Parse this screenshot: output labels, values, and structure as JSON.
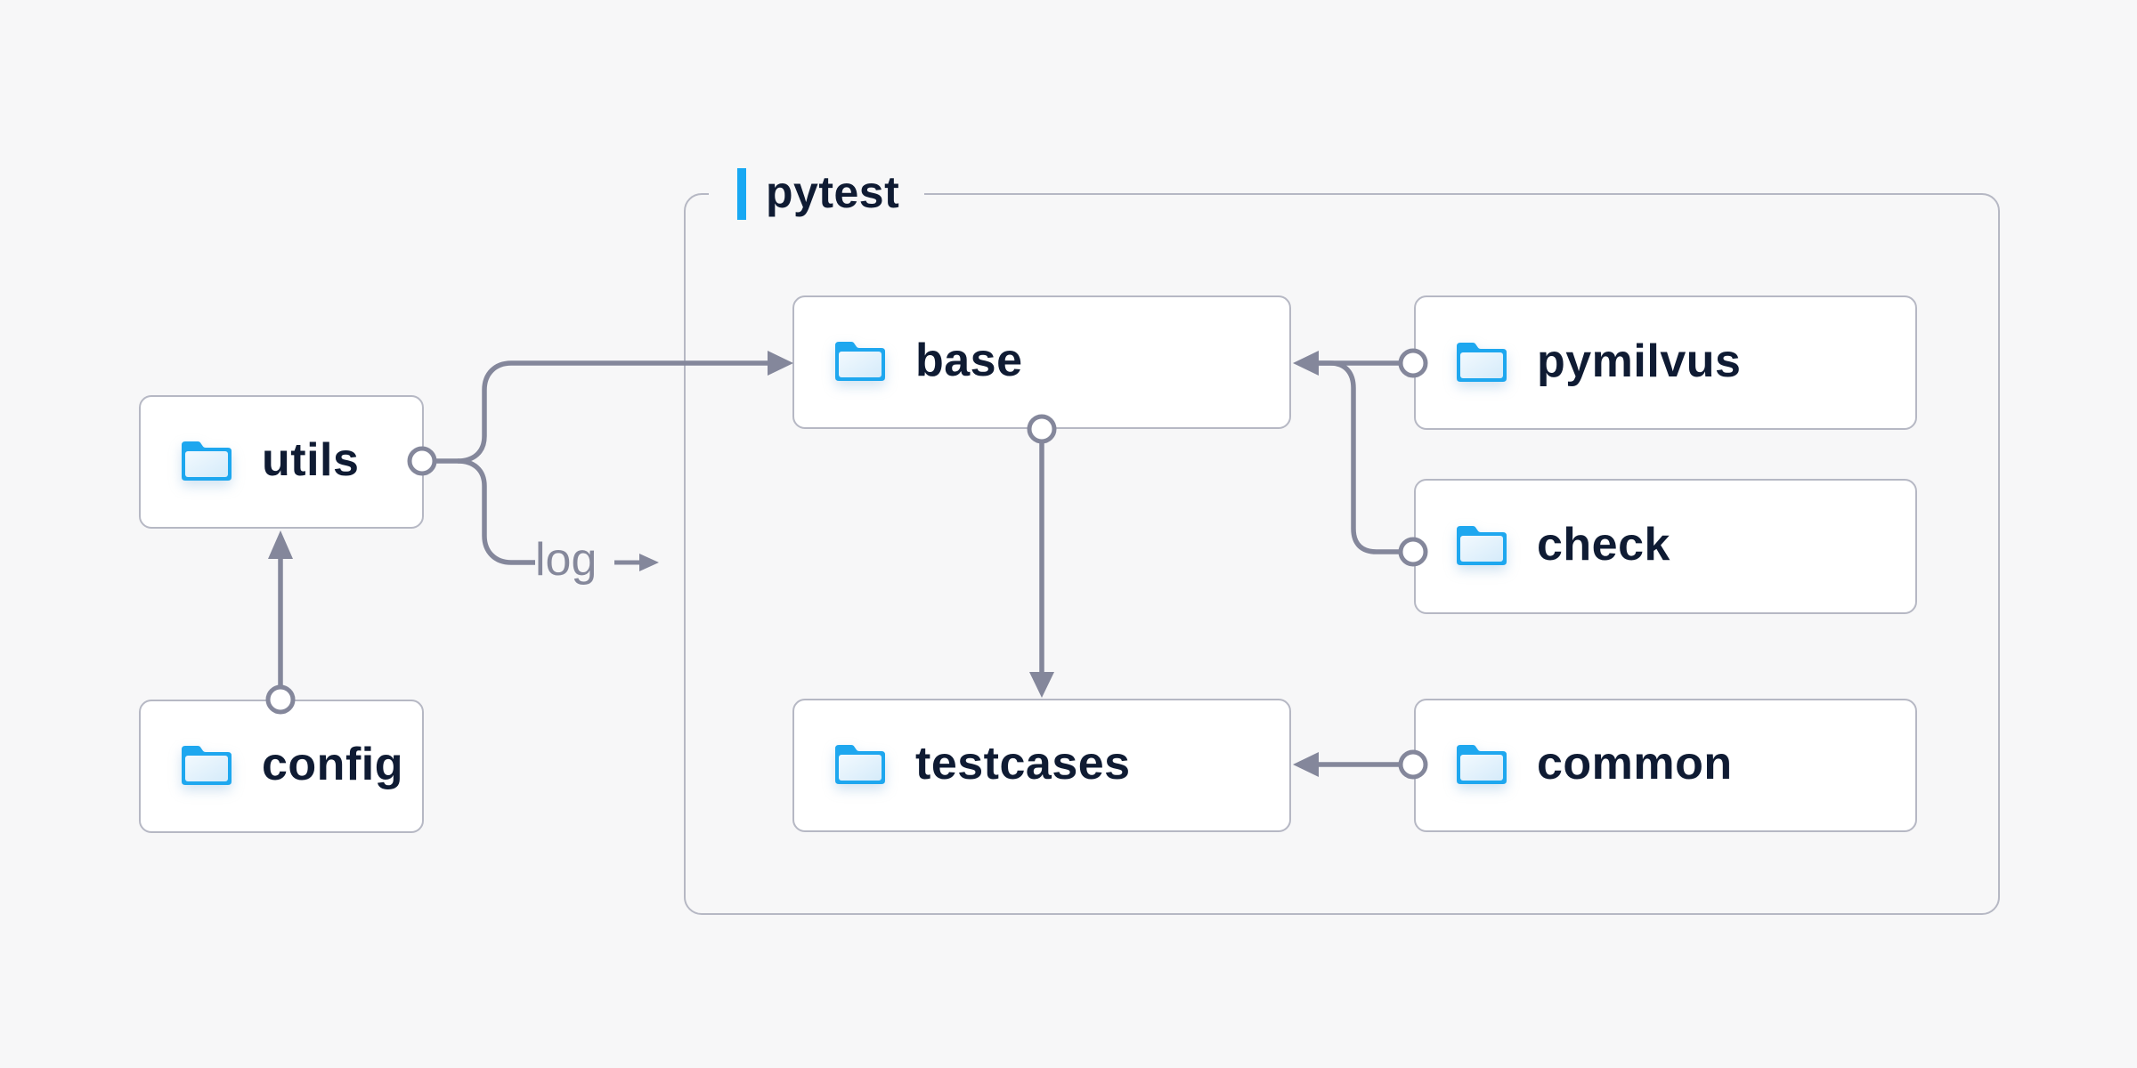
{
  "diagram": {
    "container": {
      "label": "pytest"
    },
    "nodes": {
      "utils": {
        "label": "utils"
      },
      "config": {
        "label": "config"
      },
      "base": {
        "label": "base"
      },
      "pymilvus": {
        "label": "pymilvus"
      },
      "check": {
        "label": "check"
      },
      "testcases": {
        "label": "testcases"
      },
      "common": {
        "label": "common"
      }
    },
    "edge_labels": {
      "log": "log"
    },
    "edges": [
      {
        "from": "config",
        "to": "utils",
        "style": "arrow"
      },
      {
        "from": "utils",
        "to": "base",
        "style": "arrow"
      },
      {
        "from": "utils",
        "to": "log",
        "style": "labeled-arrow"
      },
      {
        "from": "pymilvus",
        "to": "base",
        "style": "arrow"
      },
      {
        "from": "check",
        "to": "base",
        "style": "arrow"
      },
      {
        "from": "base",
        "to": "testcases",
        "style": "arrow"
      },
      {
        "from": "common",
        "to": "testcases",
        "style": "arrow"
      }
    ],
    "colors": {
      "background": "#f7f7f8",
      "border": "#b6b8c4",
      "wire": "#84879b",
      "text": "#0f1b33",
      "accent_blue": "#18a8f3",
      "folder_blue": "#1ea7ef",
      "edge_label": "#85889b"
    }
  }
}
